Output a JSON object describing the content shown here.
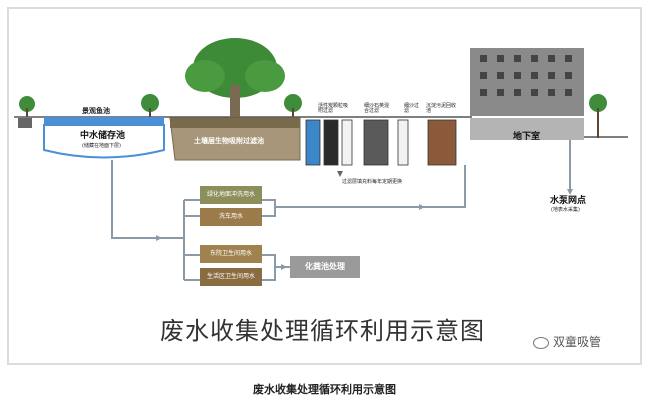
{
  "title": "废水收集处理循环利用示意图",
  "caption": "废水收集处理循环利用示意图",
  "watermark": "双童吸管",
  "labels": {
    "pond": "景观鱼池",
    "reservoir": "中水储存池",
    "reservoir_note": "(储藏在地面下层)",
    "soil_filter": "土壤层生物吸附过滤池",
    "filter1": "活性炭颗粒吸附过滤",
    "filter2": "细沙石英混合过滤",
    "filter3": "细沙过滤",
    "filter4": "沉淀污泥回收池",
    "filter_note": "过滤层填充料每年定期更换",
    "basement": "地下室",
    "pump": "水泵网点",
    "pump_note": "(地表水采集)",
    "use1": "绿化地面冲洗用水",
    "use2": "洗车用水",
    "use3": "东院卫生间用水",
    "use4": "生活区卫生间用水",
    "septic": "化粪池处理"
  },
  "colors": {
    "pipe": "#8a9aa8",
    "water": "#4a90d6",
    "soil": "#7a6a4c",
    "building": "#8a8a8a",
    "tree": "#3f8d3a",
    "use_green": "#8c8f5a",
    "use_brown": "#9b7b4a",
    "septic": "#9a9a9a"
  }
}
